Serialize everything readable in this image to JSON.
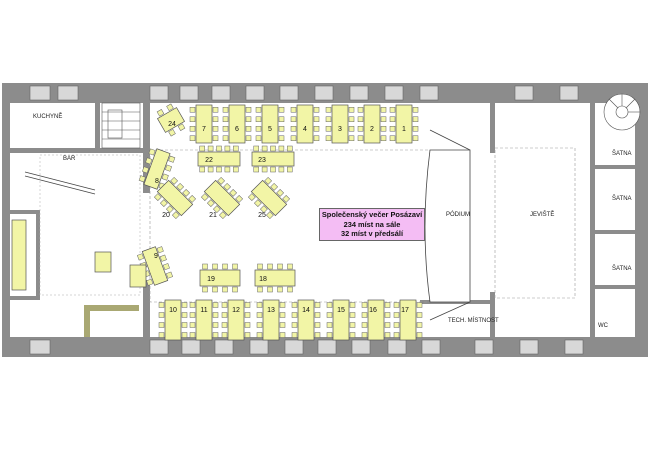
{
  "event": {
    "title": "Společenský večer Posázaví",
    "capacity_hall": "234 míst na sále",
    "capacity_foyer": "32 míst v předsálí"
  },
  "rooms": {
    "kitchen": "KUCHYNĚ",
    "bar": "BAR",
    "podium": "PÓDIUM",
    "stage": "JEVIŠTĚ",
    "cloakroom": "ŠATNA",
    "tech_room": "TECH. MÍSTNOST",
    "wc": "WC"
  },
  "table_numbers": [
    "1",
    "2",
    "3",
    "4",
    "5",
    "6",
    "7",
    "8",
    "9",
    "10",
    "11",
    "12",
    "13",
    "14",
    "15",
    "16",
    "17",
    "18",
    "19",
    "20",
    "21",
    "22",
    "23",
    "24",
    "25"
  ],
  "colors": {
    "table_fill": "#f2f5a6",
    "wall_fill": "#8c8c8c",
    "event_box_fill": "#f4bdf4"
  }
}
